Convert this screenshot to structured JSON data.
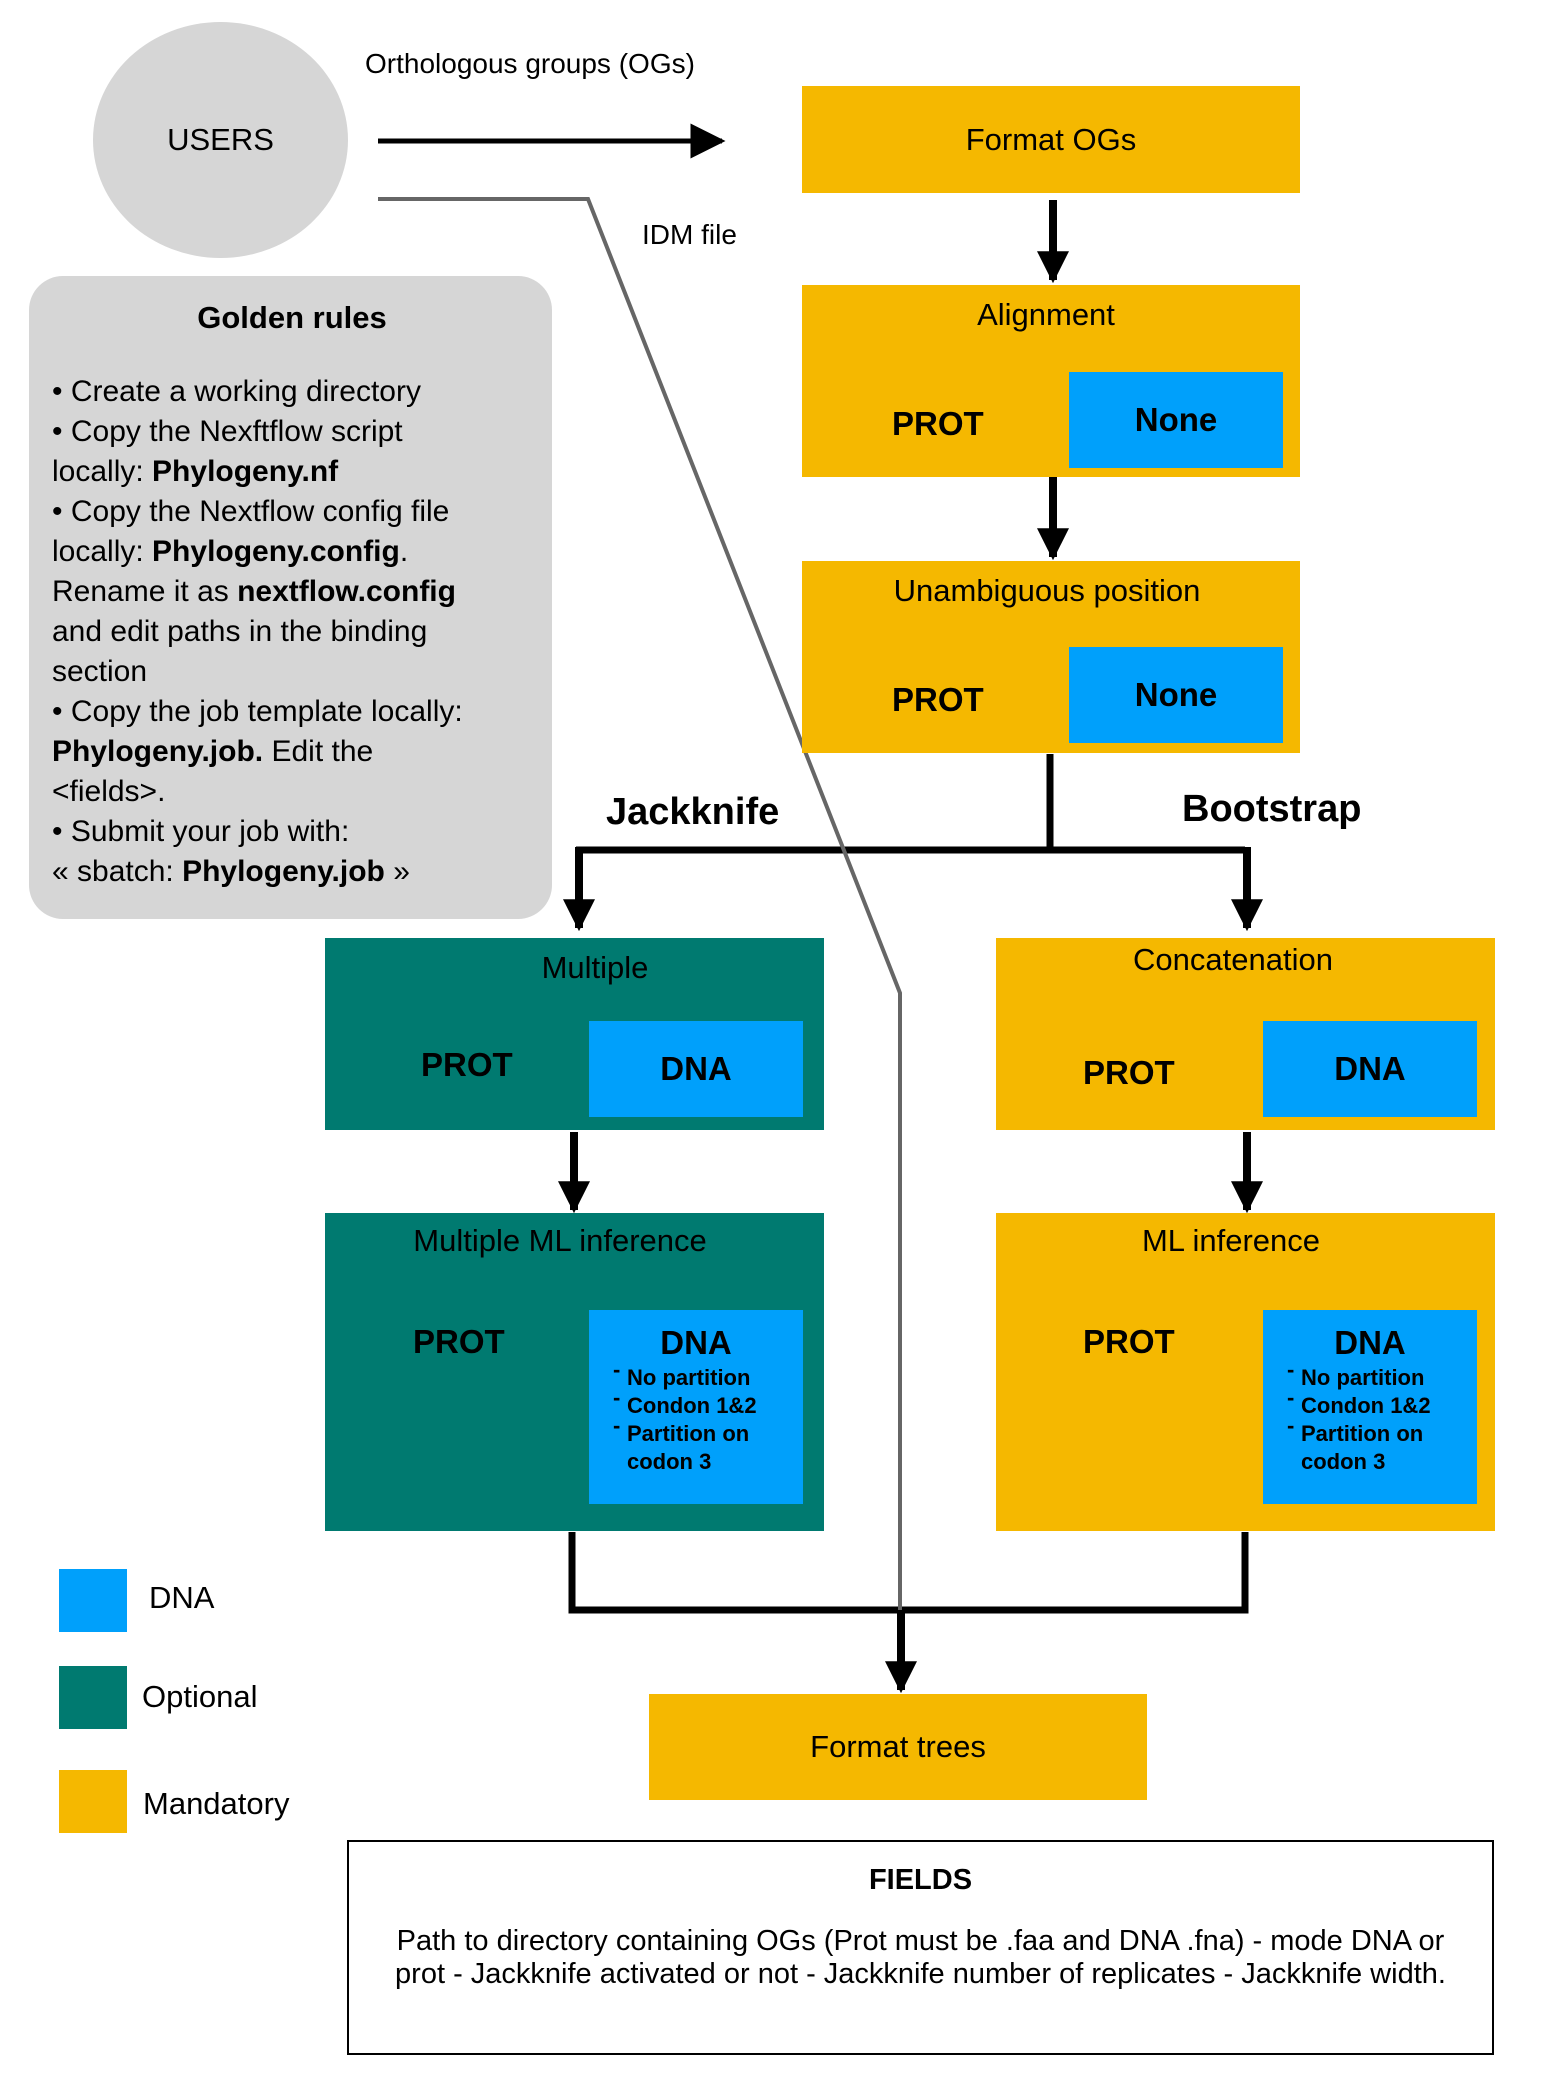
{
  "users": {
    "label": "USERS"
  },
  "edges": {
    "ogs_label": "Orthologous groups (OGs)",
    "idm_label": "IDM file"
  },
  "golden_rules": {
    "title": "Golden rules",
    "lines": [
      {
        "prefix": "• Create a working directory",
        "bold": "",
        "suffix": ""
      },
      {
        "prefix": "• Copy the Nexftflow script\nlocally: ",
        "bold": "Phylogeny.nf",
        "suffix": ""
      },
      {
        "prefix": "• Copy the Nextflow config file\nlocally: ",
        "bold": "Phylogeny.config",
        "suffix": "."
      },
      {
        "prefix": "Rename it as ",
        "bold": "nextflow.config",
        "suffix": ""
      },
      {
        "prefix": "and edit paths in the binding\nsection",
        "bold": "",
        "suffix": ""
      },
      {
        "prefix": "• Copy the job template locally:\n",
        "bold": "Phylogeny.job.",
        "suffix": " Edit the\n<fields>."
      },
      {
        "prefix": "•  Submit your job with:\n   « sbatch: ",
        "bold": "Phylogeny.job",
        "suffix": " »"
      }
    ]
  },
  "nodes": {
    "format_ogs": {
      "title": "Format OGs"
    },
    "alignment": {
      "title": "Alignment",
      "prot": "PROT",
      "dna": "None"
    },
    "unambiguous": {
      "title": "Unambiguous position",
      "prot": "PROT",
      "dna": "None"
    },
    "multiple": {
      "title": "Multiple",
      "prot": "PROT",
      "dna": "DNA"
    },
    "concatenation": {
      "title": "Concatenation",
      "prot": "PROT",
      "dna": "DNA"
    },
    "multiple_ml": {
      "title": "Multiple ML inference",
      "prot": "PROT",
      "dna": "DNA",
      "dna_items": [
        "No partition",
        "Condon 1&2",
        "Partition on\ncodon 3"
      ]
    },
    "ml": {
      "title": "ML inference",
      "prot": "PROT",
      "dna": "DNA",
      "dna_items": [
        "No partition",
        "Condon 1&2",
        "Partition on\ncodon 3"
      ]
    },
    "format_trees": {
      "title": "Format trees"
    }
  },
  "branches": {
    "jackknife": "Jackknife",
    "bootstrap": "Bootstrap"
  },
  "legend": [
    {
      "label": "DNA",
      "color": "#00a0fb"
    },
    {
      "label": "Optional",
      "color": "#007a70"
    },
    {
      "label": "Mandatory",
      "color": "#f5b800"
    }
  ],
  "fields": {
    "title": "FIELDS",
    "body": "Path to directory containing OGs (Prot must be .faa and DNA .fna) - mode DNA or prot - Jackknife activated or not - Jackknife number of replicates - Jackknife width."
  }
}
